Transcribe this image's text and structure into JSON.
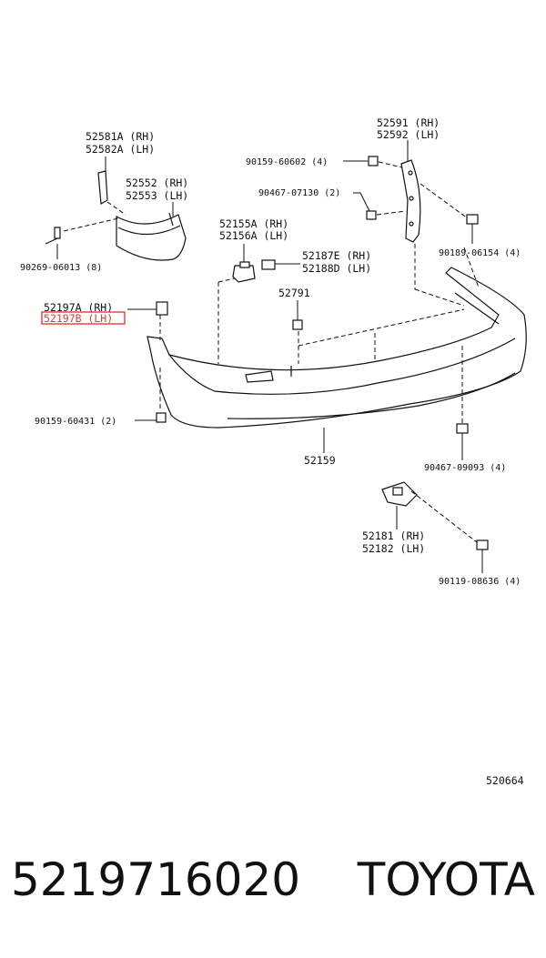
{
  "labels": {
    "l_52581A": "52581A (RH)",
    "l_52582A": "52582A (LH)",
    "l_52552": "52552 (RH)",
    "l_52553": "52553 (LH)",
    "l_90269": "90269-06013 (8)",
    "l_52591": "52591 (RH)",
    "l_52592": "52592 (LH)",
    "l_90159_606": "90159-60602 (4)",
    "l_90467_071": "90467-07130 (2)",
    "l_90189": "90189-06154 (4)",
    "l_52155A": "52155A (RH)",
    "l_52156A": "52156A (LH)",
    "l_52187E": "52187E (RH)",
    "l_52188D": "52188D (LH)",
    "l_52791": "52791",
    "l_52197A": "52197A (RH)",
    "l_52197B": "52197B (LH)",
    "l_90159_604": "90159-60431 (2)",
    "l_52159": "52159",
    "l_90467_090": "90467-09093 (4)",
    "l_52181": "52181 (RH)",
    "l_52182": "52182 (LH)",
    "l_90119": "90119-08636 (4)",
    "l_ref": "520664"
  },
  "footer": {
    "part_number": "5219716020",
    "brand": "TOYOTA"
  },
  "colors": {
    "highlight": "#e23b3b",
    "line": "#111111"
  }
}
